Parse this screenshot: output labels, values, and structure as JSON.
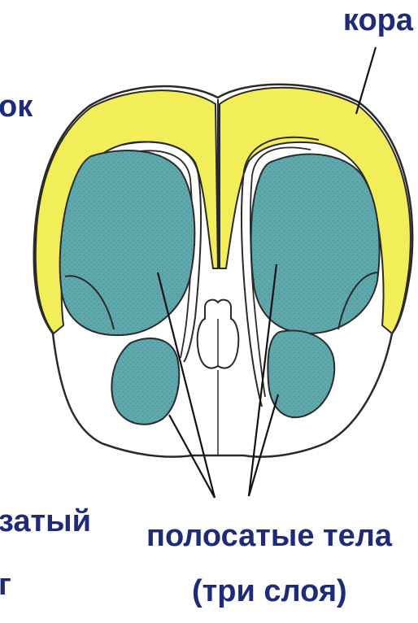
{
  "labels": {
    "cortex": "кора",
    "fragment_top": "ок",
    "fragment_bottom_1": "затый",
    "fragment_bottom_2": "г",
    "striatum_line1": "полосатые тела",
    "striatum_line2": "(три слоя)"
  },
  "colors": {
    "cortex": "#f2ee5a",
    "striatum": "#5fa9ac",
    "outline": "#2a2a2a",
    "white_matter": "#ffffff",
    "label_text": "#1d2b78"
  }
}
